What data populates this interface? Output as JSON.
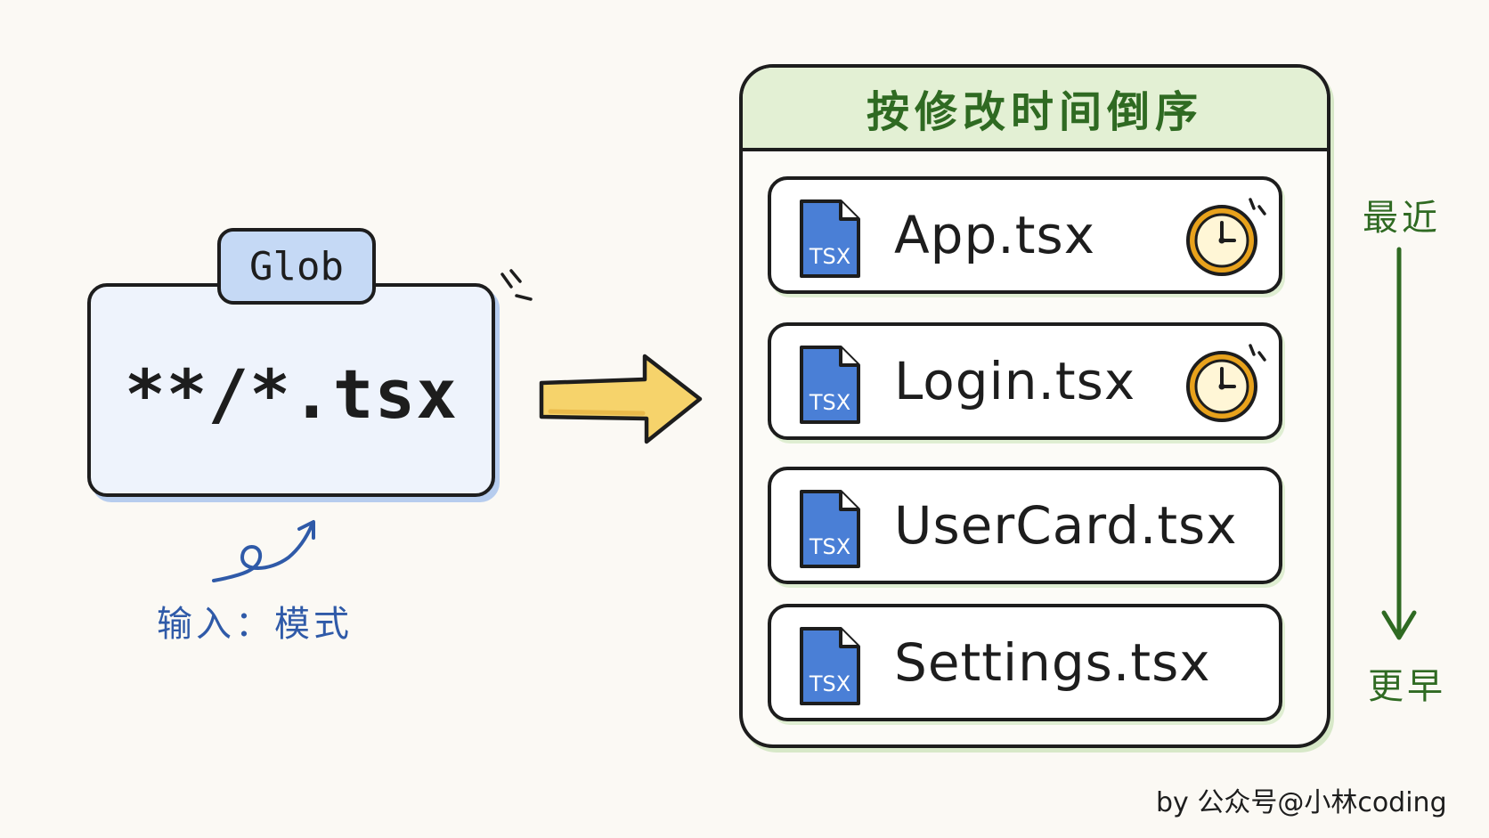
{
  "glob": {
    "tag": "Glob",
    "pattern": "**/*.tsx",
    "input_label": "输入：模式"
  },
  "results": {
    "title": "按修改时间倒序",
    "files": [
      {
        "name": "App.tsx",
        "icon_label": "TSX",
        "has_clock": true
      },
      {
        "name": "Login.tsx",
        "icon_label": "TSX",
        "has_clock": true
      },
      {
        "name": "UserCard.tsx",
        "icon_label": "TSX",
        "has_clock": false
      },
      {
        "name": "Settings.tsx",
        "icon_label": "TSX",
        "has_clock": false
      }
    ],
    "order_top": "最近",
    "order_bottom": "更早"
  },
  "footer": "by 公众号@小林coding",
  "colors": {
    "ink": "#1d1d1d",
    "glob_fill": "#eef3fc",
    "glob_tag_fill": "#c5d9f5",
    "input_blue": "#2f5aa8",
    "arrow_yellow": "#f6d36b",
    "panel_header_fill": "#e3f0d4",
    "green_text": "#2f6a22",
    "file_icon_blue": "#4a7fd6",
    "clock_orange": "#e8a21c",
    "clock_face": "#fff6d6"
  },
  "icons": {
    "file": "tsx-file-icon",
    "clock": "clock-icon",
    "flow_arrow": "right-arrow-icon",
    "order_arrow": "down-arrow-icon"
  }
}
